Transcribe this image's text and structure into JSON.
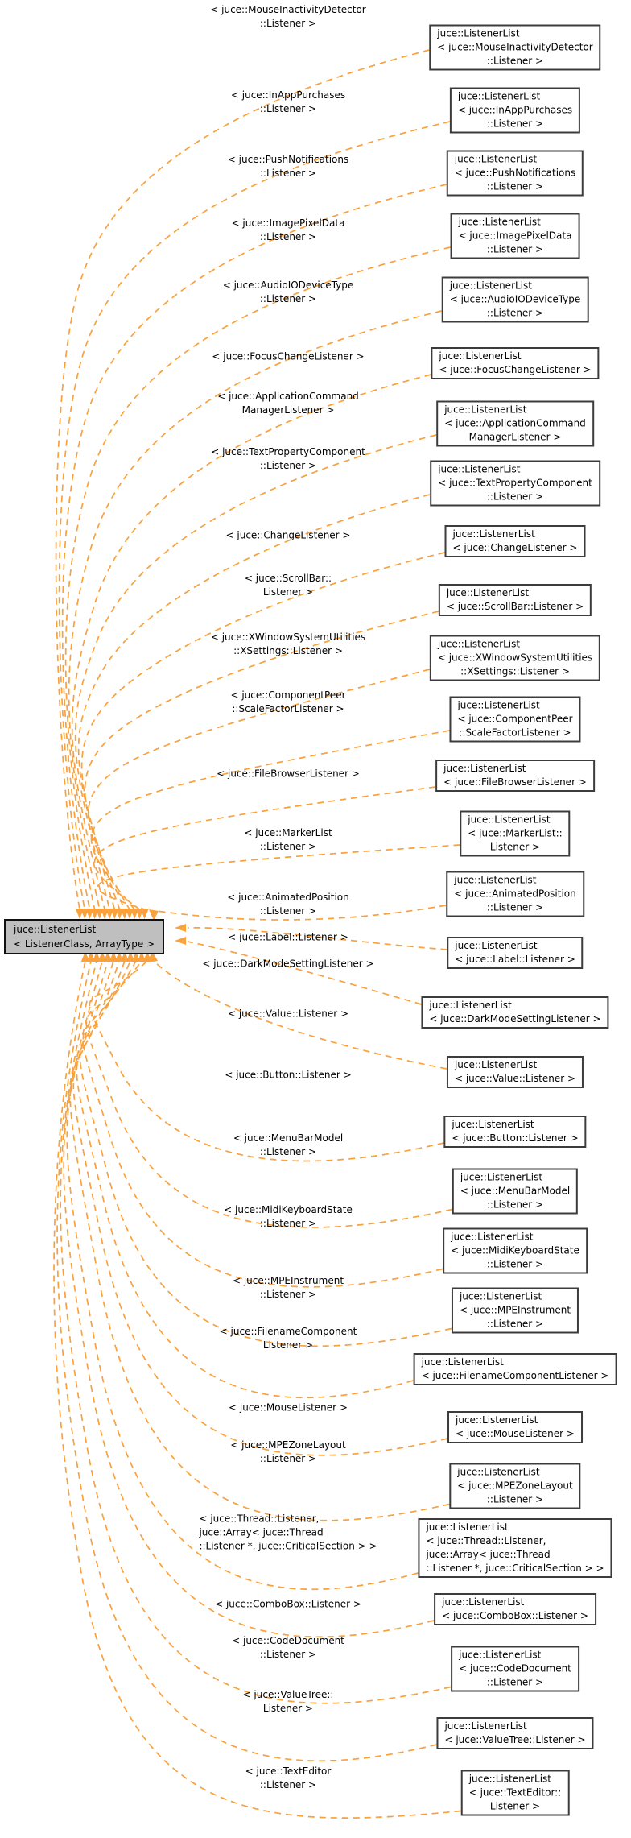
{
  "diagram": {
    "type": "doxygen-template-instantiation-graph",
    "edge_color": "#f9a13c",
    "box_border_color": "#3c3c3c",
    "center_node": {
      "lines": [
        "juce::ListenerList",
        "< ListenerClass, ArrayType >"
      ],
      "fill": "#bfbfbf"
    },
    "pairs": [
      {
        "label_lines": [
          "< juce::MouseInactivityDetector",
          "::Listener >"
        ],
        "box_lines": [
          "juce::ListenerList",
          "< juce::MouseInactivityDetector",
          "::Listener >"
        ]
      },
      {
        "label_lines": [
          "< juce::InAppPurchases",
          "::Listener >"
        ],
        "box_lines": [
          "juce::ListenerList",
          "< juce::InAppPurchases",
          "::Listener >"
        ]
      },
      {
        "label_lines": [
          "< juce::PushNotifications",
          "::Listener >"
        ],
        "box_lines": [
          "juce::ListenerList",
          "< juce::PushNotifications",
          "::Listener >"
        ]
      },
      {
        "label_lines": [
          "< juce::ImagePixelData",
          "::Listener >"
        ],
        "box_lines": [
          "juce::ListenerList",
          "< juce::ImagePixelData",
          "::Listener >"
        ]
      },
      {
        "label_lines": [
          "< juce::AudioIODeviceType",
          "::Listener >"
        ],
        "box_lines": [
          "juce::ListenerList",
          "< juce::AudioIODeviceType",
          "::Listener >"
        ]
      },
      {
        "label_lines": [
          "< juce::FocusChangeListener >"
        ],
        "box_lines": [
          "juce::ListenerList",
          "< juce::FocusChangeListener >"
        ]
      },
      {
        "label_lines": [
          "< juce::ApplicationCommand",
          "ManagerListener >"
        ],
        "box_lines": [
          "juce::ListenerList",
          "< juce::ApplicationCommand",
          "ManagerListener >"
        ]
      },
      {
        "label_lines": [
          "< juce::TextPropertyComponent",
          "::Listener >"
        ],
        "box_lines": [
          "juce::ListenerList",
          "< juce::TextPropertyComponent",
          "::Listener >"
        ]
      },
      {
        "label_lines": [
          "< juce::ChangeListener >"
        ],
        "box_lines": [
          "juce::ListenerList",
          "< juce::ChangeListener >"
        ]
      },
      {
        "label_lines": [
          "< juce::ScrollBar::",
          "Listener >"
        ],
        "box_lines": [
          "juce::ListenerList",
          "< juce::ScrollBar::Listener >"
        ]
      },
      {
        "label_lines": [
          "< juce::XWindowSystemUtilities",
          "::XSettings::Listener >"
        ],
        "box_lines": [
          "juce::ListenerList",
          "< juce::XWindowSystemUtilities",
          "::XSettings::Listener >"
        ]
      },
      {
        "label_lines": [
          "< juce::ComponentPeer",
          "::ScaleFactorListener >"
        ],
        "box_lines": [
          "juce::ListenerList",
          "< juce::ComponentPeer",
          "::ScaleFactorListener >"
        ]
      },
      {
        "label_lines": [
          "< juce::FileBrowserListener >"
        ],
        "box_lines": [
          "juce::ListenerList",
          "< juce::FileBrowserListener >"
        ]
      },
      {
        "label_lines": [
          "< juce::MarkerList",
          "::Listener >"
        ],
        "box_lines": [
          "juce::ListenerList",
          "< juce::MarkerList::",
          "Listener >"
        ]
      },
      {
        "label_lines": [
          "< juce::AnimatedPosition",
          "::Listener >"
        ],
        "box_lines": [
          "juce::ListenerList",
          "< juce::AnimatedPosition",
          "::Listener >"
        ]
      },
      {
        "label_lines": [
          "< juce::Label::Listener >"
        ],
        "box_lines": [
          "juce::ListenerList",
          "< juce::Label::Listener >"
        ]
      },
      {
        "label_lines": [
          "< juce::DarkModeSettingListener >"
        ],
        "box_lines": [
          "juce::ListenerList",
          "< juce::DarkModeSettingListener >"
        ]
      },
      {
        "label_lines": [
          "< juce::Value::Listener >"
        ],
        "box_lines": [
          "juce::ListenerList",
          "< juce::Value::Listener >"
        ]
      },
      {
        "label_lines": [
          "< juce::Button::Listener >"
        ],
        "box_lines": [
          "juce::ListenerList",
          "< juce::Button::Listener >"
        ]
      },
      {
        "label_lines": [
          "< juce::MenuBarModel",
          "::Listener >"
        ],
        "box_lines": [
          "juce::ListenerList",
          "< juce::MenuBarModel",
          "::Listener >"
        ]
      },
      {
        "label_lines": [
          "< juce::MidiKeyboardState",
          "::Listener >"
        ],
        "box_lines": [
          "juce::ListenerList",
          "< juce::MidiKeyboardState",
          "::Listener >"
        ]
      },
      {
        "label_lines": [
          "< juce::MPEInstrument",
          "::Listener >"
        ],
        "box_lines": [
          "juce::ListenerList",
          "< juce::MPEInstrument",
          "::Listener >"
        ]
      },
      {
        "label_lines": [
          "< juce::FilenameComponent",
          "Listener >"
        ],
        "box_lines": [
          "juce::ListenerList",
          "< juce::FilenameComponentListener >"
        ]
      },
      {
        "label_lines": [
          "< juce::MouseListener >"
        ],
        "box_lines": [
          "juce::ListenerList",
          "< juce::MouseListener >"
        ]
      },
      {
        "label_lines": [
          "< juce::MPEZoneLayout",
          "::Listener >"
        ],
        "box_lines": [
          "juce::ListenerList",
          "< juce::MPEZoneLayout",
          "::Listener >"
        ]
      },
      {
        "label_lines": [
          "< juce::Thread::Listener,",
          "juce::Array< juce::Thread",
          "::Listener *, juce::CriticalSection > >"
        ],
        "box_lines": [
          "juce::ListenerList",
          "< juce::Thread::Listener,",
          "juce::Array< juce::Thread",
          "::Listener *, juce::CriticalSection > >"
        ]
      },
      {
        "label_lines": [
          "< juce::ComboBox::Listener >"
        ],
        "box_lines": [
          "juce::ListenerList",
          "< juce::ComboBox::Listener >"
        ]
      },
      {
        "label_lines": [
          "< juce::CodeDocument",
          "::Listener >"
        ],
        "box_lines": [
          "juce::ListenerList",
          "< juce::CodeDocument",
          "::Listener >"
        ]
      },
      {
        "label_lines": [
          "< juce::ValueTree::",
          "Listener >"
        ],
        "box_lines": [
          "juce::ListenerList",
          "< juce::ValueTree::Listener >"
        ]
      },
      {
        "label_lines": [
          "< juce::TextEditor",
          "::Listener >"
        ],
        "box_lines": [
          "juce::ListenerList",
          "< juce::TextEditor::",
          "Listener >"
        ]
      }
    ]
  }
}
